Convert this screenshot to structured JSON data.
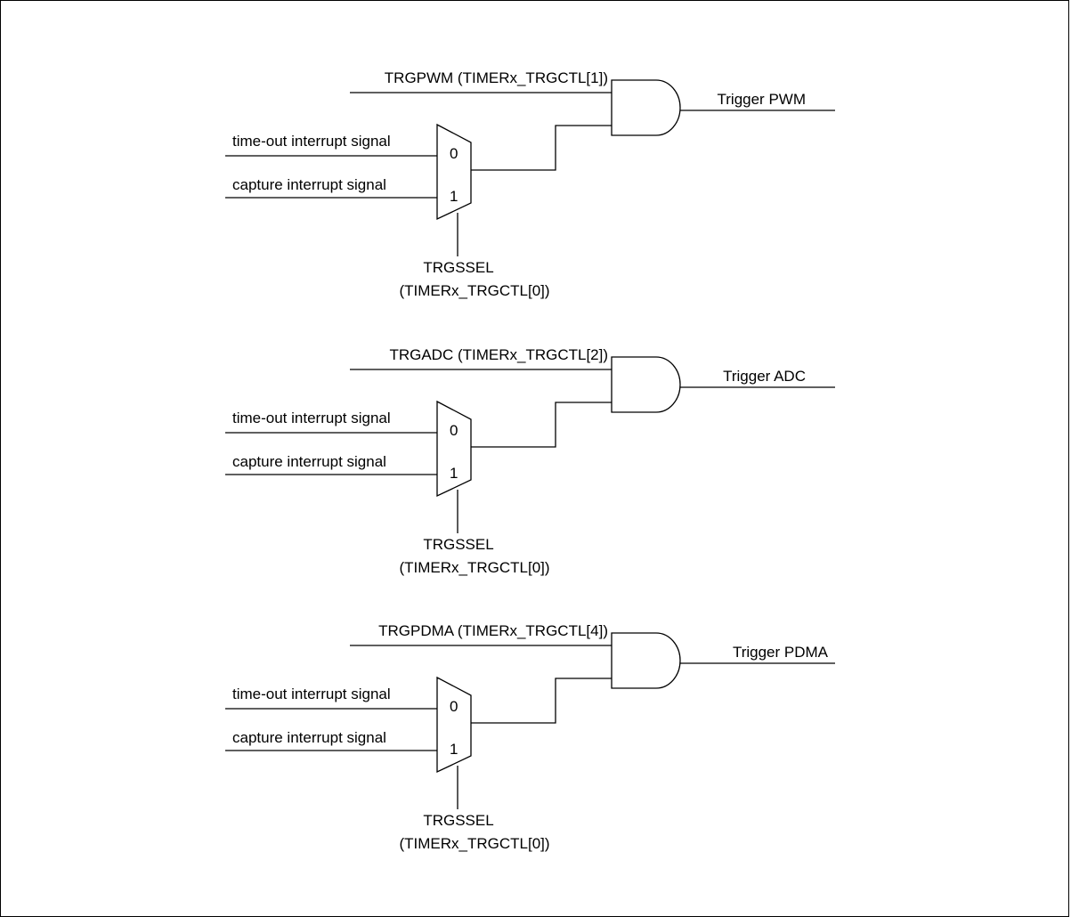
{
  "blocks": [
    {
      "enable_label": "TRGPWM (TIMERx_TRGCTL[1])",
      "output_label": "Trigger PWM",
      "input0_label": "time-out interrupt signal",
      "input1_label": "capture interrupt signal",
      "mux_in0": "0",
      "mux_in1": "1",
      "select_label": "TRGSSEL",
      "select_register": "(TIMERx_TRGCTL[0])"
    },
    {
      "enable_label": "TRGADC (TIMERx_TRGCTL[2])",
      "output_label": "Trigger ADC",
      "input0_label": "time-out interrupt signal",
      "input1_label": "capture interrupt signal",
      "mux_in0": "0",
      "mux_in1": "1",
      "select_label": "TRGSSEL",
      "select_register": "(TIMERx_TRGCTL[0])"
    },
    {
      "enable_label": "TRGPDMA (TIMERx_TRGCTL[4])",
      "output_label": "Trigger PDMA",
      "input0_label": "time-out interrupt signal",
      "input1_label": "capture interrupt signal",
      "mux_in0": "0",
      "mux_in1": "1",
      "select_label": "TRGSSEL",
      "select_register": "(TIMERx_TRGCTL[0])"
    }
  ]
}
